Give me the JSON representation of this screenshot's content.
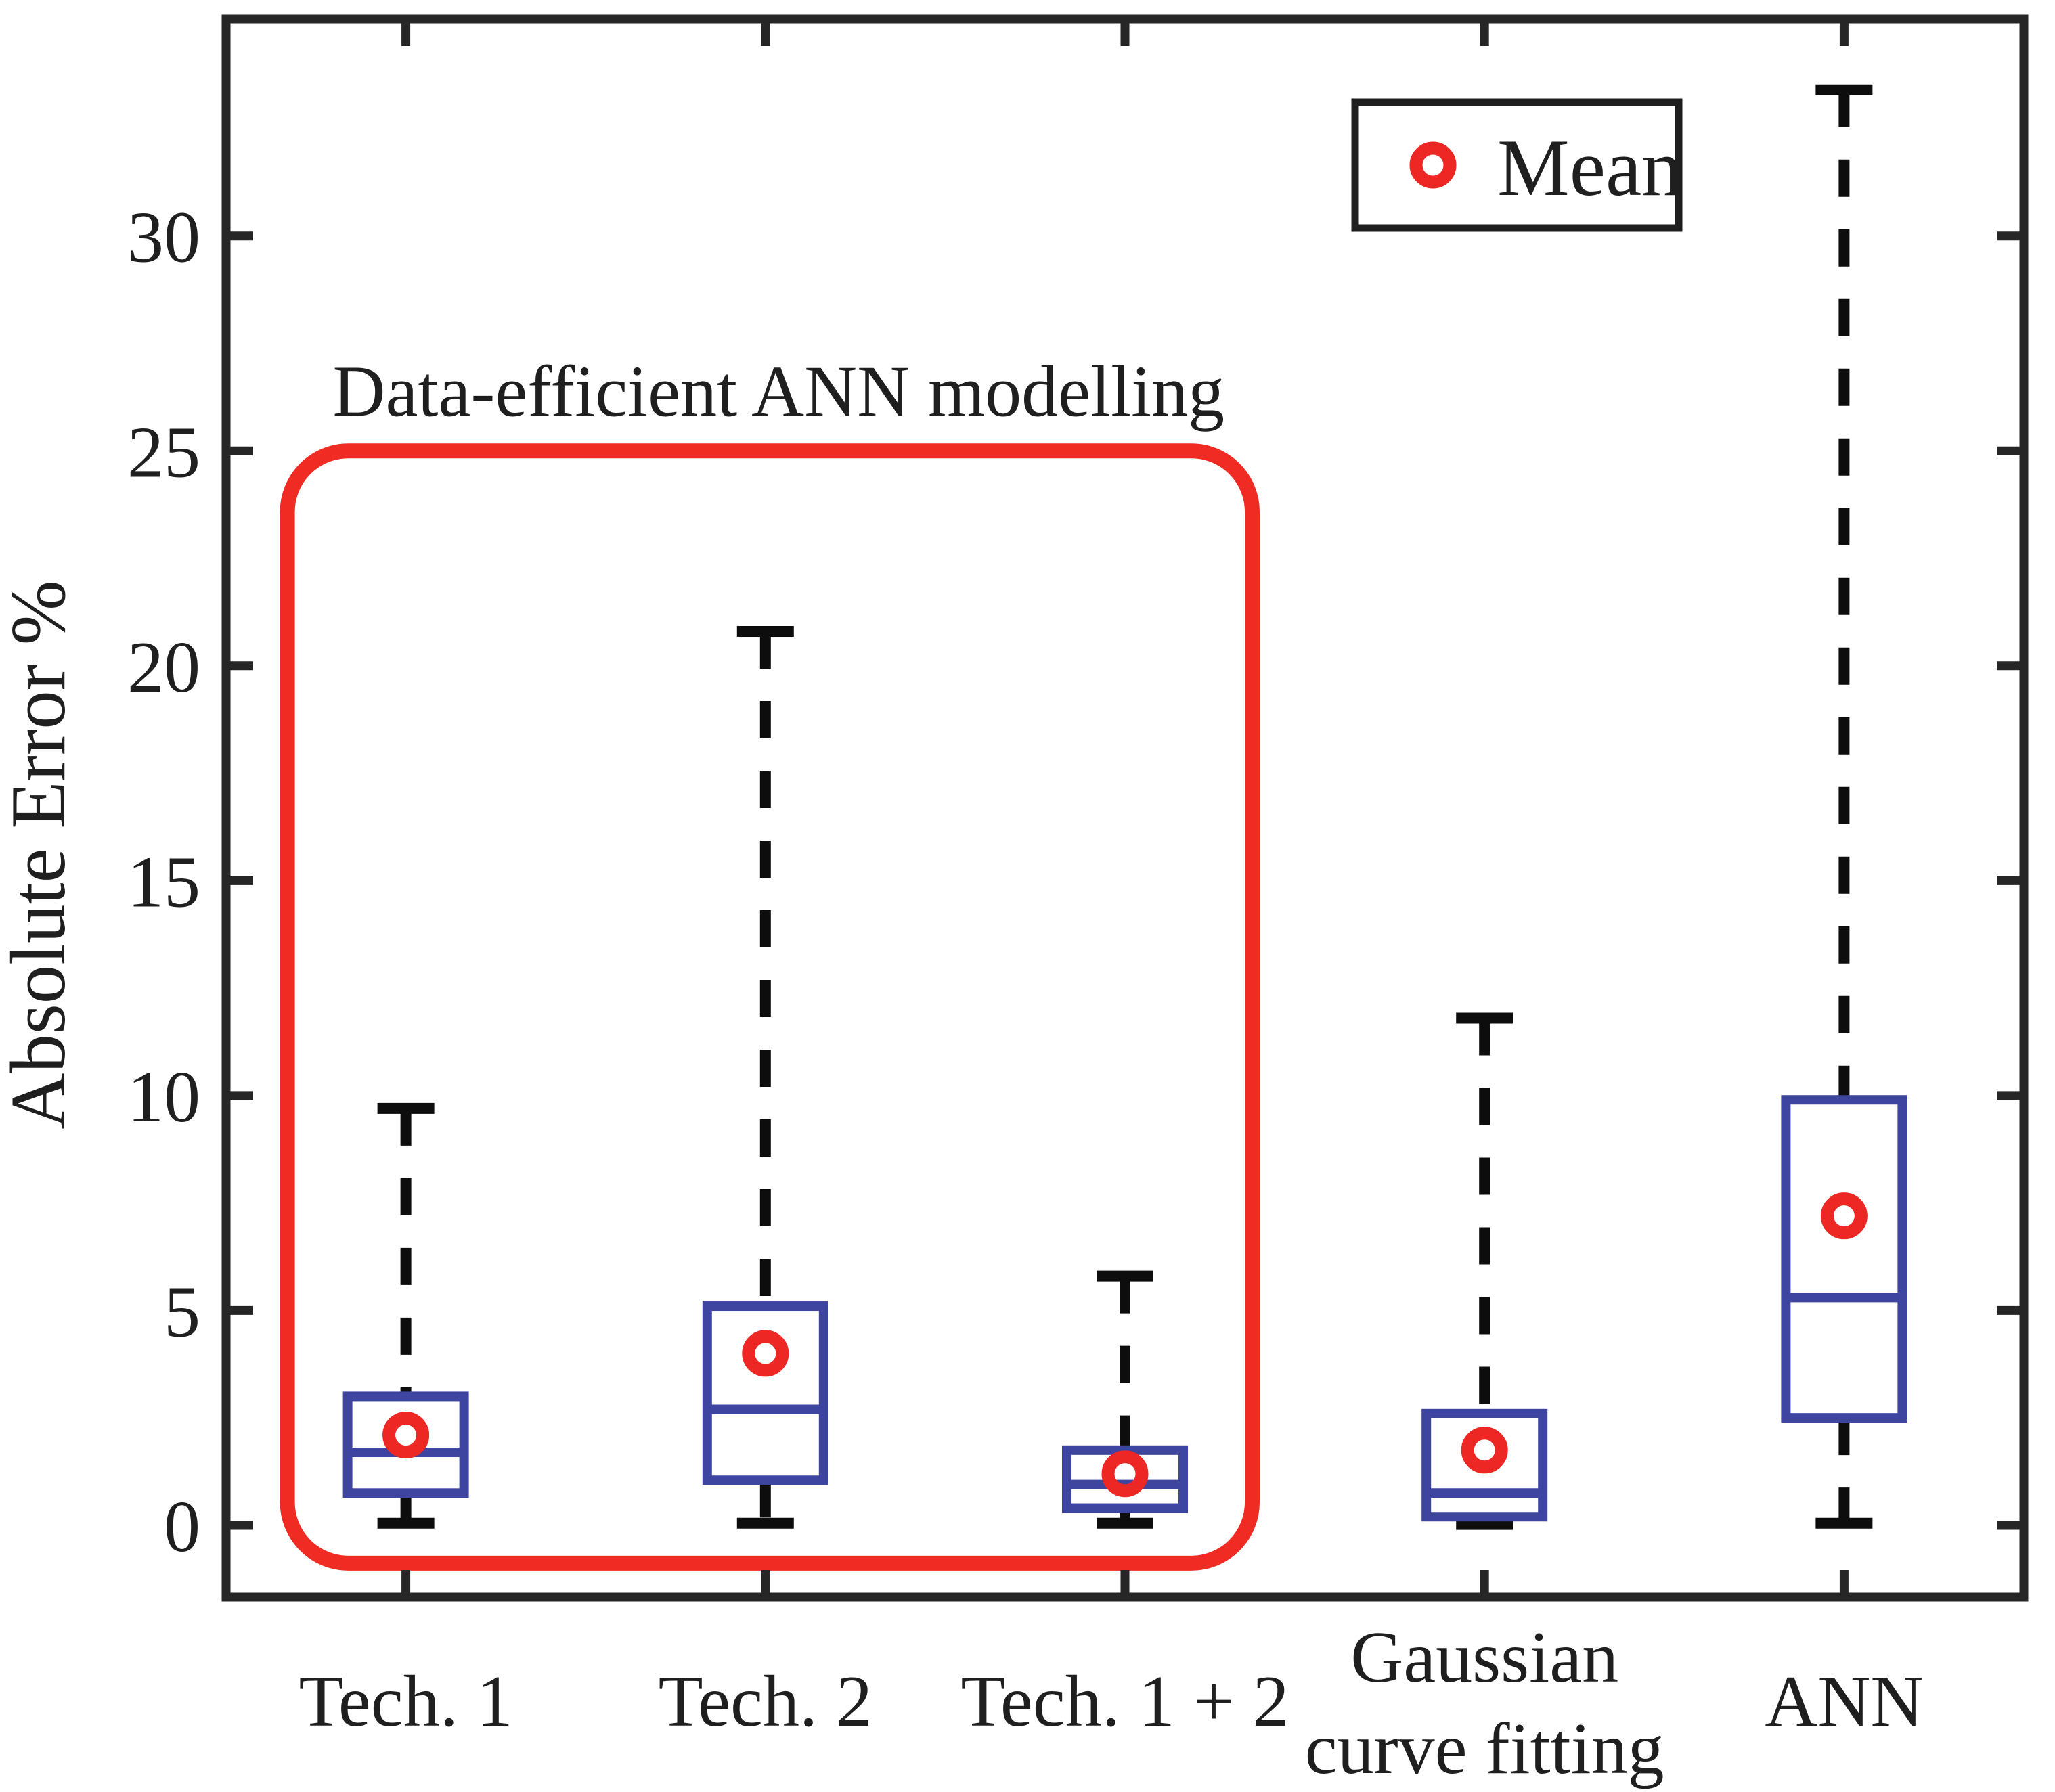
{
  "chart_data": {
    "type": "boxplot",
    "title": "",
    "ylabel": "Absolute Error %",
    "xlabel": "",
    "ylim": [
      -1.67,
      35.05
    ],
    "yticks": [
      0,
      5,
      10,
      15,
      20,
      25,
      30
    ],
    "grid": false,
    "categories": [
      "Tech. 1",
      "Tech. 2",
      "Tech. 1 + 2",
      "Gaussian\ncurve fitting",
      "ANN"
    ],
    "series": [
      {
        "name": "Tech. 1",
        "whisker_low": 0.05,
        "q1": 0.75,
        "median": 1.7,
        "q3": 3.0,
        "whisker_high": 9.7,
        "mean": 2.1
      },
      {
        "name": "Tech. 2",
        "whisker_low": 0.05,
        "q1": 1.05,
        "median": 2.7,
        "q3": 5.1,
        "whisker_high": 20.8,
        "mean": 4.0
      },
      {
        "name": "Tech. 1 + 2",
        "whisker_low": 0.05,
        "q1": 0.4,
        "median": 0.95,
        "q3": 1.75,
        "whisker_high": 5.8,
        "mean": 1.2
      },
      {
        "name": "Gaussian curve fitting",
        "whisker_low": 0.02,
        "q1": 0.2,
        "median": 0.75,
        "q3": 2.6,
        "whisker_high": 11.8,
        "mean": 1.75
      },
      {
        "name": "ANN",
        "whisker_low": 0.05,
        "q1": 2.5,
        "median": 5.3,
        "q3": 9.9,
        "whisker_high": 33.4,
        "mean": 7.2
      }
    ],
    "legend": {
      "label": "Mean",
      "position": "top-right",
      "marker": "red-circle"
    },
    "annotation": {
      "label": "Data-efficient ANN modelling",
      "covers_categories": [
        "Tech. 1",
        "Tech. 2",
        "Tech. 1 + 2"
      ],
      "y_top": 25.0,
      "y_bottom": -0.88
    },
    "colors": {
      "box": "#3D45A0",
      "median": "#3D45A0",
      "whisker": "#0d0d0d",
      "mean_marker": "#EC2724",
      "annotation": "#EF2B23",
      "axis": "#262626",
      "text": "#1f1f1f",
      "background": "#ffffff"
    }
  }
}
